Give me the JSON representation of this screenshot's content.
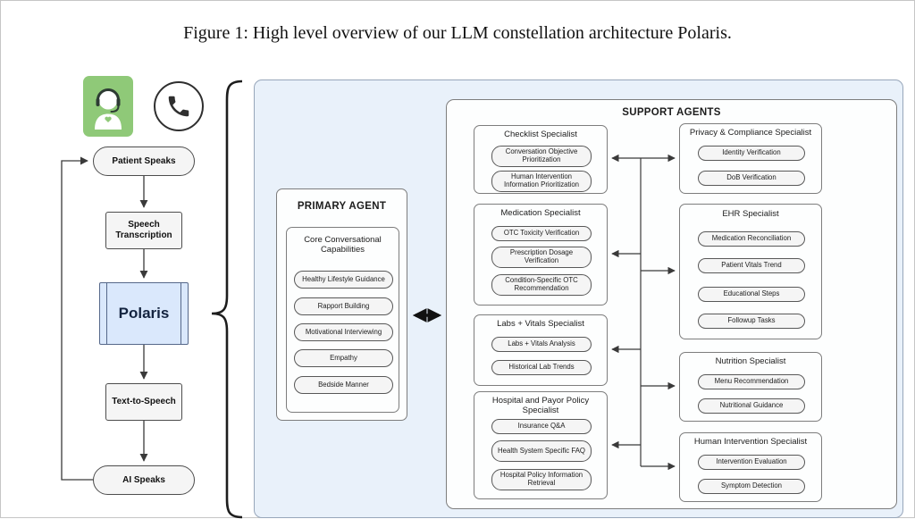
{
  "caption": "Figure 1: High level overview of our LLM constellation architecture Polaris.",
  "flow": {
    "patient_speaks": "Patient Speaks",
    "speech_transcription": "Speech Transcription",
    "polaris": "Polaris",
    "text_to_speech": "Text-to-Speech",
    "ai_speaks": "AI Speaks"
  },
  "icons": {
    "agent_avatar": "nurse-headset-icon",
    "phone": "phone-call-icon"
  },
  "primary_agent": {
    "title": "PRIMARY AGENT",
    "group_title": "Core Conversational Capabilities",
    "capabilities": [
      "Healthy Lifestyle Guidance",
      "Rapport Building",
      "Motivational Interviewing",
      "Empathy",
      "Bedside Manner"
    ]
  },
  "support_agents": {
    "title": "SUPPORT AGENTS",
    "left": [
      {
        "title": "Checklist Specialist",
        "items": [
          "Conversation Objective Prioritization",
          "Human Intervention Information Prioritization"
        ]
      },
      {
        "title": "Medication Specialist",
        "items": [
          "OTC Toxicity Verification",
          "Prescription Dosage Verification",
          "Condition-Specific OTC Recommendation"
        ]
      },
      {
        "title": "Labs + Vitals Specialist",
        "items": [
          "Labs + Vitals Analysis",
          "Historical Lab Trends"
        ]
      },
      {
        "title": "Hospital and Payor Policy Specialist",
        "items": [
          "Insurance Q&A",
          "Health System Specific FAQ",
          "Hospital Policy Information Retrieval"
        ]
      }
    ],
    "right": [
      {
        "title": "Privacy & Compliance Specialist",
        "items": [
          "Identity Verification",
          "DoB Verification"
        ]
      },
      {
        "title": "EHR Specialist",
        "items": [
          "Medication Reconciliation",
          "Patient Vitals Trend",
          "Educational Steps",
          "Followup Tasks"
        ]
      },
      {
        "title": "Nutrition Specialist",
        "items": [
          "Menu Recommendation",
          "Nutritional Guidance"
        ]
      },
      {
        "title": "Human Intervention Specialist",
        "items": [
          "Intervention Evaluation",
          "Symptom Detection"
        ]
      }
    ]
  },
  "colors": {
    "panel_bg": "#e9f1fa",
    "node_bg": "#f5f5f5",
    "polaris_bg": "#dae8fc",
    "polaris_border": "#56688a",
    "agent_icon_green": "#8fc978",
    "arrow": "#3a3a3a"
  }
}
